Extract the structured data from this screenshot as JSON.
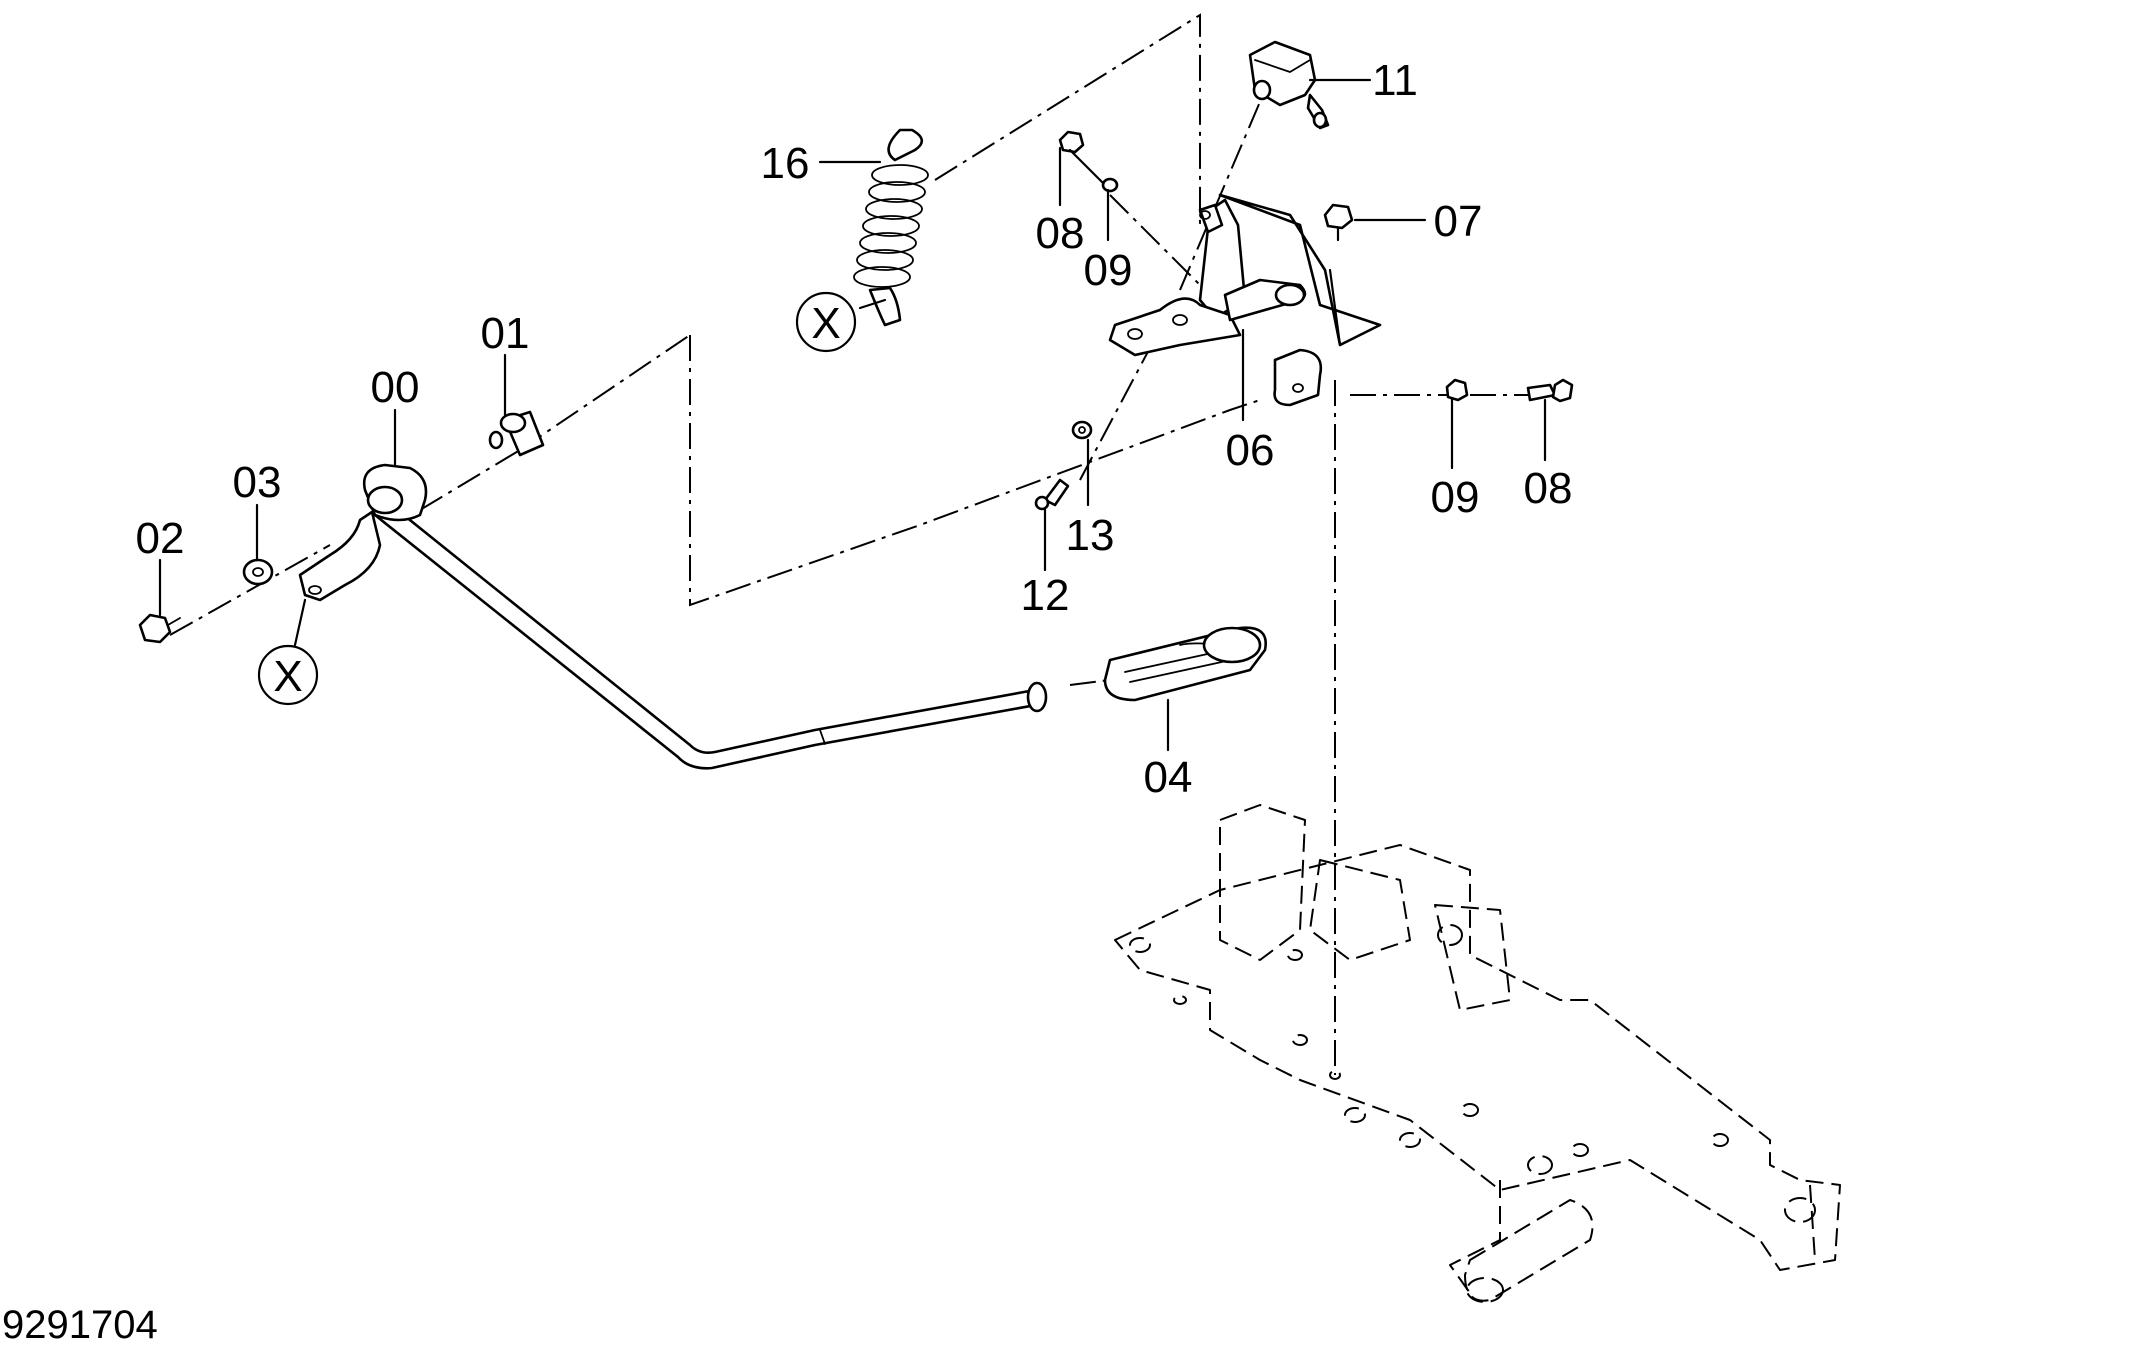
{
  "figure_number": "9291704",
  "callouts": {
    "c00": "00",
    "c01": "01",
    "c02": "02",
    "c03": "03",
    "c04": "04",
    "c06": "06",
    "c07": "07",
    "c08a": "08",
    "c08b": "08",
    "c09a": "09",
    "c09b": "09",
    "c11": "11",
    "c12": "12",
    "c13": "13",
    "c16": "16"
  },
  "reference_marks": {
    "x_spring": "X",
    "x_pedal": "X"
  }
}
